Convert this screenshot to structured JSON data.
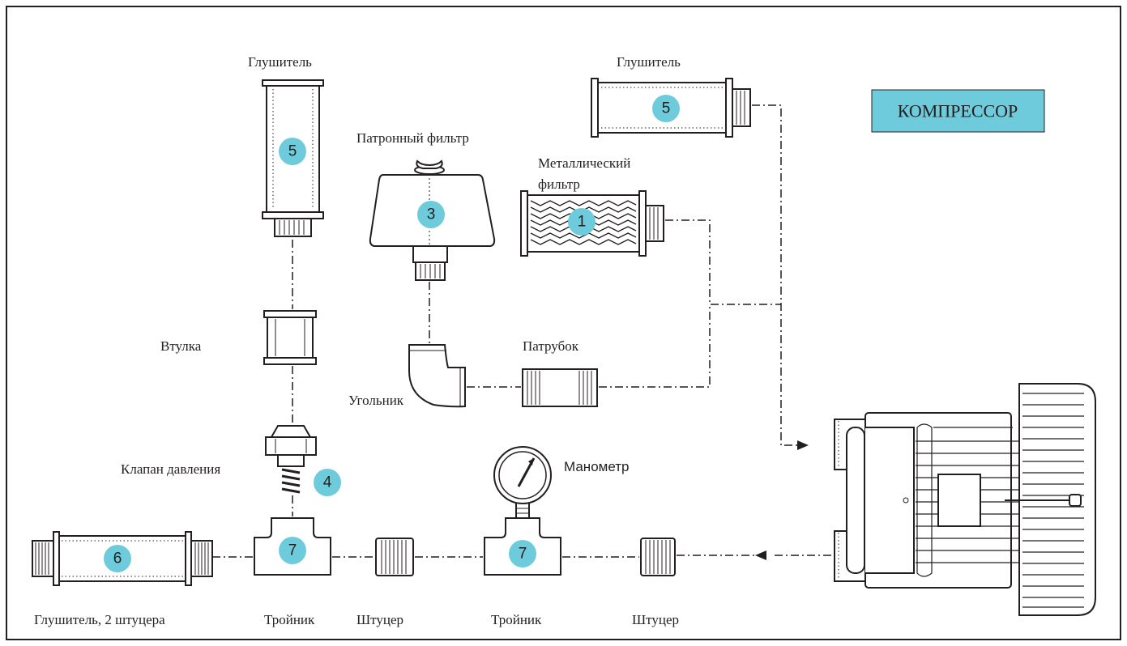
{
  "title": "КОМПРЕССОР",
  "colors": {
    "badge": "#6ecbdb",
    "title_box": "#6ecbdb",
    "line": "#231f20"
  },
  "labels": {
    "muffler_top": "Глушитель",
    "muffler_top_right": "Глушитель",
    "cartridge_filter": "Патронный фильтр",
    "metal_filter_1": "Металлический",
    "metal_filter_2": "фильтр",
    "bushing": "Втулка",
    "elbow": "Угольник",
    "pipe": "Патрубок",
    "pressure_valve": "Клапан давления",
    "gauge": "Манометр",
    "muffler_two": "Глушитель, 2 штуцера",
    "tee_left": "Тройник",
    "fitting_left": "Штуцер",
    "tee_right": "Тройник",
    "fitting_right": "Штуцер"
  },
  "badges": {
    "muffler_top": "5",
    "muffler_top_right": "5",
    "cartridge_filter": "3",
    "metal_filter": "1",
    "pressure_valve": "4",
    "muffler_two": "6",
    "tee_left": "7",
    "tee_right": "7"
  }
}
